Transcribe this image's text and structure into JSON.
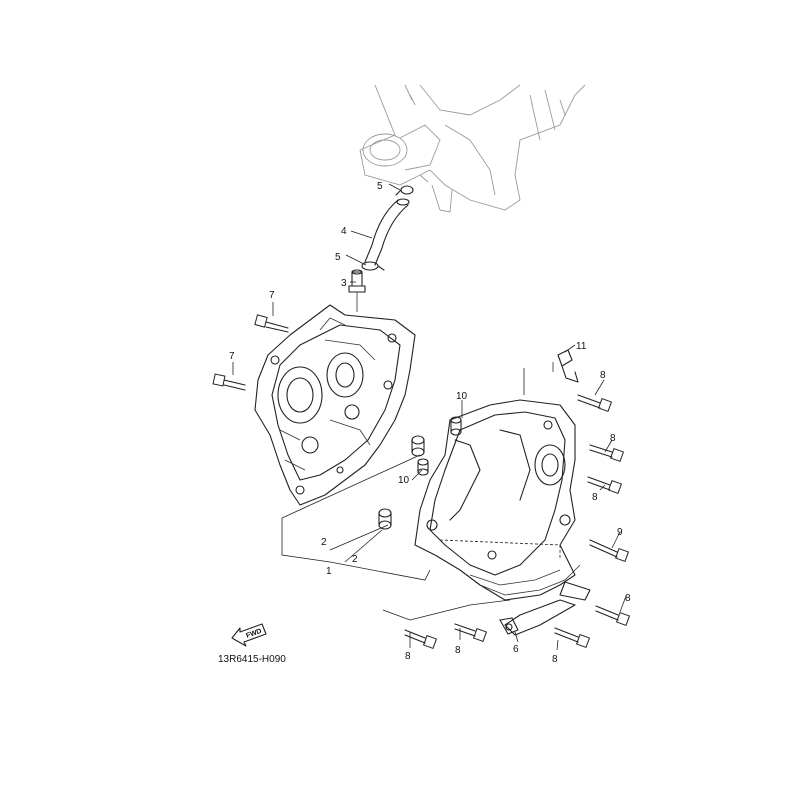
{
  "diagram": {
    "code": "13R6415-H090",
    "fwd_label": "FWD",
    "callouts": [
      {
        "id": "c1",
        "label": "1"
      },
      {
        "id": "c2a",
        "label": "2"
      },
      {
        "id": "c2b",
        "label": "2"
      },
      {
        "id": "c3",
        "label": "3"
      },
      {
        "id": "c4",
        "label": "4"
      },
      {
        "id": "c5a",
        "label": "5"
      },
      {
        "id": "c5b",
        "label": "5"
      },
      {
        "id": "c6",
        "label": "6"
      },
      {
        "id": "c7a",
        "label": "7"
      },
      {
        "id": "c7b",
        "label": "7"
      },
      {
        "id": "c8a",
        "label": "8"
      },
      {
        "id": "c8b",
        "label": "8"
      },
      {
        "id": "c8c",
        "label": "8"
      },
      {
        "id": "c8d",
        "label": "8"
      },
      {
        "id": "c8e",
        "label": "8"
      },
      {
        "id": "c8f",
        "label": "8"
      },
      {
        "id": "c8g",
        "label": "8"
      },
      {
        "id": "c9",
        "label": "9"
      },
      {
        "id": "c10a",
        "label": "10"
      },
      {
        "id": "c10b",
        "label": "10"
      },
      {
        "id": "c11",
        "label": "11"
      }
    ]
  }
}
